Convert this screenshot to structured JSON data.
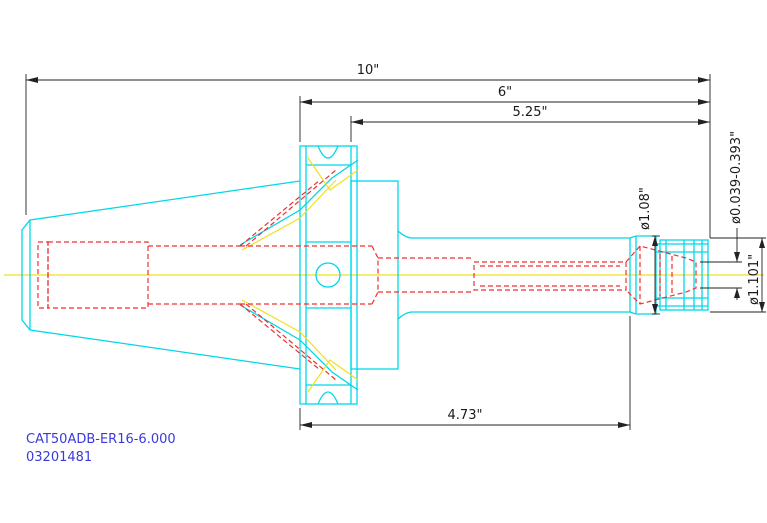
{
  "dimensions": {
    "overall_length": "10\"",
    "gauge_to_end": "6\"",
    "flange_to_end": "5.25\"",
    "shank_length": "4.73\"",
    "nose_diameter": "ø1.08\"",
    "collet_range": "ø0.039-0.393\"",
    "nut_diameter": "ø1.101\""
  },
  "title_block": {
    "part_name": "CAT50ADB-ER16-6.000",
    "part_number": "03201481"
  },
  "colors": {
    "outline": "#00d8e8",
    "hidden": "#f03030",
    "centerline": "#f0e020",
    "dimension": "#222222",
    "title": "#3a3adc"
  }
}
